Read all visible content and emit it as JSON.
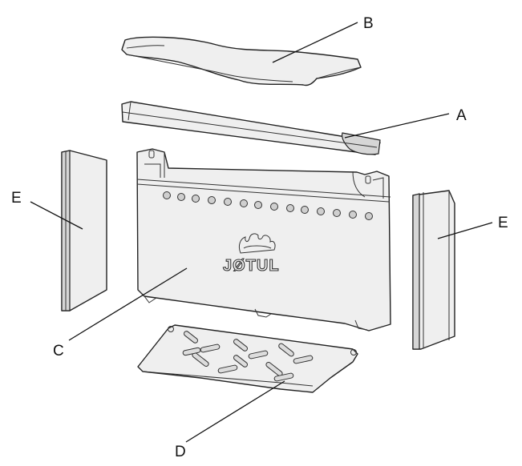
{
  "labels": {
    "a": "A",
    "b": "B",
    "c": "C",
    "d": "D",
    "e_left": "E",
    "e_right": "E"
  },
  "logo": {
    "text": "JØTUL"
  },
  "colors": {
    "line": "#222222",
    "fill": "#efefef",
    "background": "#ffffff"
  }
}
